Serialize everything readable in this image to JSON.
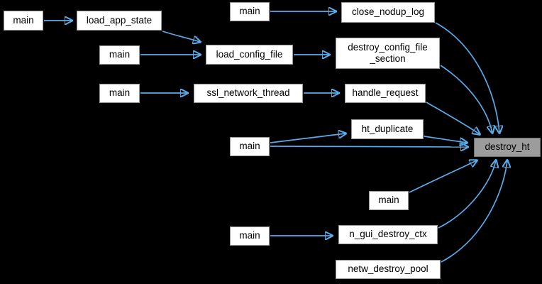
{
  "graph": {
    "kind": "caller-graph",
    "colors": {
      "background": "#000000",
      "edge": "#5aabe8",
      "node_fill": "#ffffff",
      "node_border": "#969696",
      "node_text": "#000000",
      "focus_node_fill": "#9c9c9c",
      "focus_node_border": "#707070"
    },
    "nodes": {
      "main1": {
        "label": "main"
      },
      "load_app_state": {
        "label": "load_app_state"
      },
      "main2": {
        "label": "main"
      },
      "close_nodup_log": {
        "label": "close_nodup_log"
      },
      "main3": {
        "label": "main"
      },
      "load_config_file": {
        "label": "load_config_file"
      },
      "destroy_config_file_section": {
        "lines": [
          "destroy_config_file",
          "_section"
        ]
      },
      "main4": {
        "label": "main"
      },
      "ssl_network_thread": {
        "label": "ssl_network_thread"
      },
      "handle_request": {
        "label": "handle_request"
      },
      "ht_duplicate": {
        "label": "ht_duplicate"
      },
      "main5": {
        "label": "main"
      },
      "destroy_ht": {
        "label": "destroy_ht"
      },
      "main6": {
        "label": "main"
      },
      "main7": {
        "label": "main"
      },
      "n_gui_destroy_ctx": {
        "label": "n_gui_destroy_ctx"
      },
      "netw_destroy_pool": {
        "label": "netw_destroy_pool"
      }
    },
    "edges": [
      {
        "from": "main1",
        "to": "load_app_state"
      },
      {
        "from": "load_app_state",
        "to": "load_config_file"
      },
      {
        "from": "main2",
        "to": "close_nodup_log"
      },
      {
        "from": "main3",
        "to": "load_config_file"
      },
      {
        "from": "load_config_file",
        "to": "destroy_config_file_section"
      },
      {
        "from": "main4",
        "to": "ssl_network_thread"
      },
      {
        "from": "ssl_network_thread",
        "to": "handle_request"
      },
      {
        "from": "close_nodup_log",
        "to": "destroy_ht"
      },
      {
        "from": "destroy_config_file_section",
        "to": "destroy_ht"
      },
      {
        "from": "handle_request",
        "to": "destroy_ht"
      },
      {
        "from": "main5",
        "to": "ht_duplicate"
      },
      {
        "from": "main5",
        "to": "destroy_ht"
      },
      {
        "from": "ht_duplicate",
        "to": "destroy_ht"
      },
      {
        "from": "main6",
        "to": "destroy_ht"
      },
      {
        "from": "main7",
        "to": "n_gui_destroy_ctx"
      },
      {
        "from": "n_gui_destroy_ctx",
        "to": "destroy_ht"
      },
      {
        "from": "netw_destroy_pool",
        "to": "destroy_ht"
      }
    ]
  }
}
